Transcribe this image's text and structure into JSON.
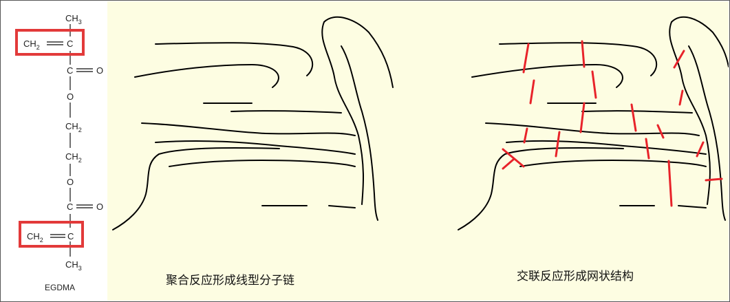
{
  "molecule": {
    "name": "EGDMA",
    "groups": {
      "ch3": "CH",
      "ch3_sub": "3",
      "ch2": "CH",
      "ch2_sub": "2",
      "c": "C",
      "o": "O",
      "double_bond": "═"
    }
  },
  "captions": {
    "linear": "聚合反应形成线型分子链",
    "network": "交联反应形成网状结构"
  },
  "colors": {
    "panel_bg": "#fdfde2",
    "highlight_box": "#e23a3a",
    "crosslink": "#e8232a",
    "chain": "#000000"
  }
}
